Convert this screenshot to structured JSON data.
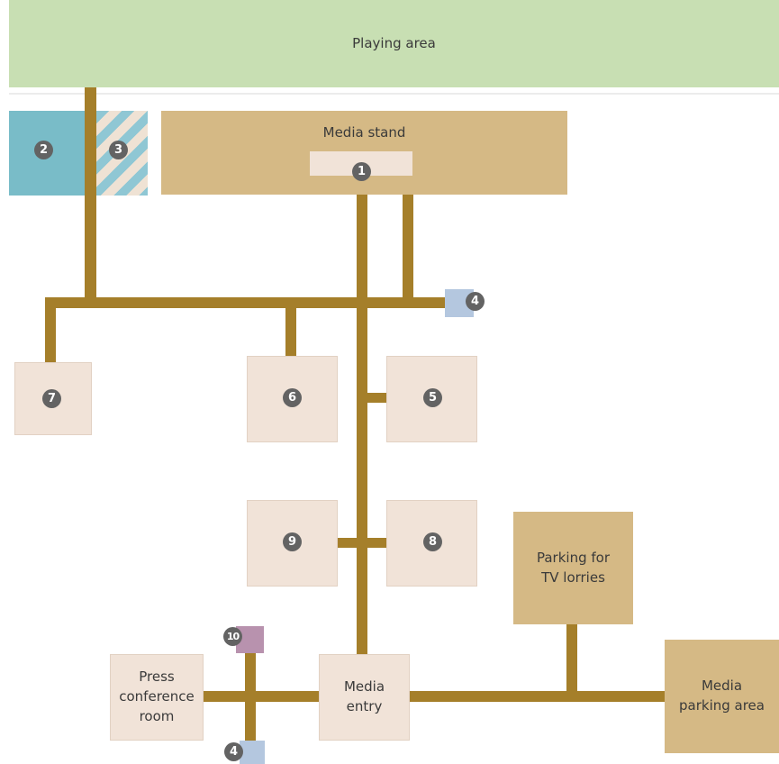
{
  "areas": {
    "playing_area": "Playing area",
    "media_stand": "Media stand",
    "parking_tv": "Parking for\nTV lorries",
    "media_parking": "Media\nparking area",
    "press_conference": "Press\nconference\nroom",
    "media_entry": "Media\nentry"
  },
  "markers": {
    "m1": "1",
    "m2": "2",
    "m3": "3",
    "m4_top": "4",
    "m4_bottom": "4",
    "m5": "5",
    "m6": "6",
    "m7": "7",
    "m8": "8",
    "m9": "9",
    "m10": "10"
  },
  "colors": {
    "playing_area": "#c8dfb3",
    "path": "#a57f2a",
    "media_stand": "#d5b985",
    "room": "#f1e3d8",
    "zone_2": "#79bcc8",
    "zone_3_stripes": [
      "#8fc7d4",
      "#efe2d4"
    ],
    "marker": "#636363",
    "zone_4": "#b4c7df",
    "zone_10": "#b892ae"
  }
}
